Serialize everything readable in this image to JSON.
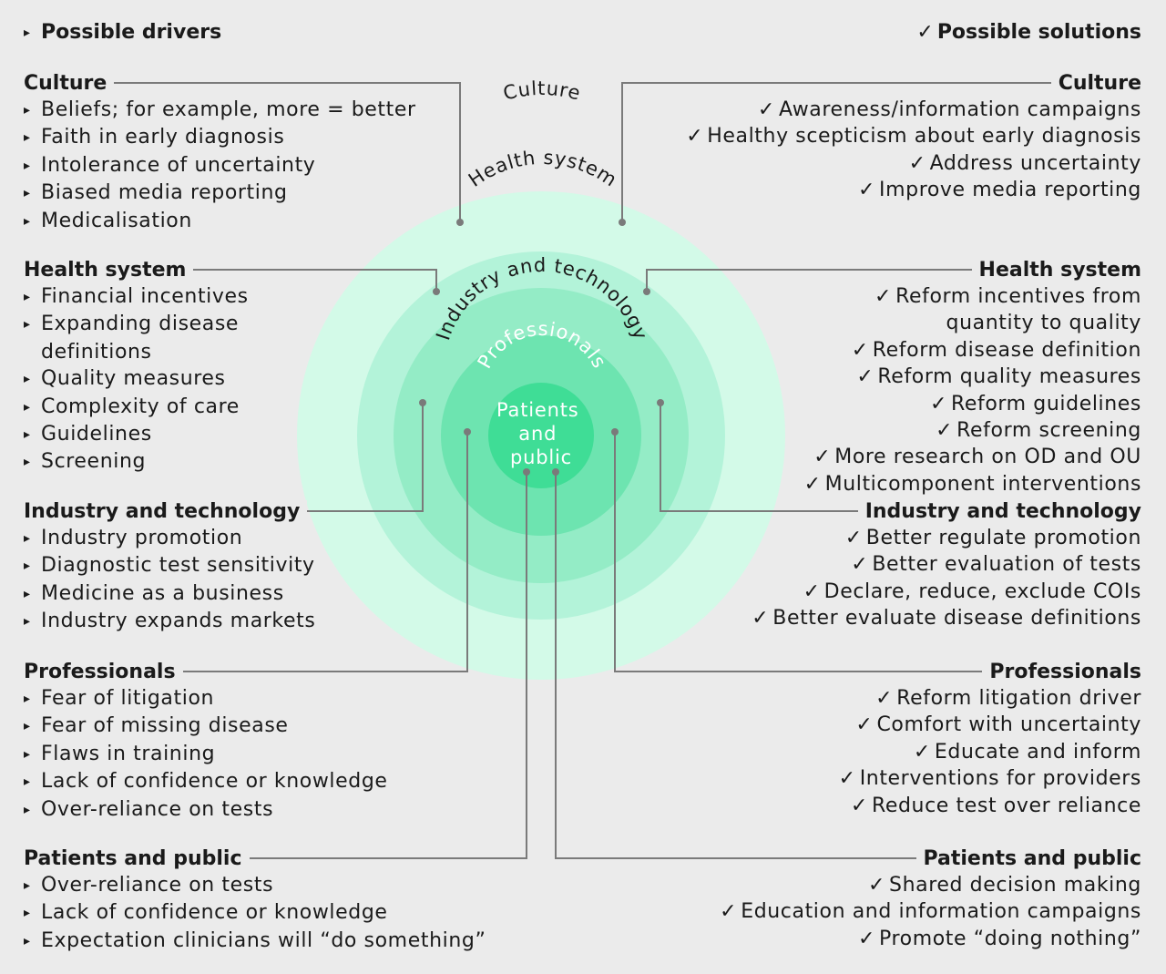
{
  "header": {
    "drivers_marker": "▸",
    "drivers_title": "Possible drivers",
    "solutions_marker": "✓",
    "solutions_title": "Possible solutions"
  },
  "rings": [
    {
      "label": "Culture",
      "color": "#d3fae8"
    },
    {
      "label": "Health system",
      "color": "#b3f3d9"
    },
    {
      "label": "Industry and technology",
      "color": "#94ecc6"
    },
    {
      "label": "Professionals",
      "color": "#6de4b0"
    },
    {
      "label": "Patients and public",
      "label_lines": [
        "Patients",
        "and",
        "public"
      ],
      "color": "#3fdd96"
    }
  ],
  "colors": {
    "background": "#ebebeb",
    "connector": "#7a7a7a"
  },
  "drivers": [
    {
      "title": "Culture",
      "items": [
        {
          "text": "Beliefs; for example, more = better"
        },
        {
          "text": "Faith in early diagnosis"
        },
        {
          "text": "Intolerance of uncertainty"
        },
        {
          "text": "Biased media reporting"
        },
        {
          "text": "Medicalisation"
        }
      ]
    },
    {
      "title": "Health system",
      "items": [
        {
          "text": "Financial incentives"
        },
        {
          "text": "Expanding disease"
        },
        {
          "text": "definitions",
          "continuation": true
        },
        {
          "text": "Quality measures"
        },
        {
          "text": "Complexity of care"
        },
        {
          "text": "Guidelines"
        },
        {
          "text": "Screening"
        }
      ]
    },
    {
      "title": "Industry and technology",
      "items": [
        {
          "text": "Industry promotion"
        },
        {
          "text": "Diagnostic test sensitivity"
        },
        {
          "text": "Medicine as a business"
        },
        {
          "text": "Industry expands markets"
        }
      ]
    },
    {
      "title": "Professionals",
      "items": [
        {
          "text": "Fear of litigation"
        },
        {
          "text": "Fear of missing disease"
        },
        {
          "text": "Flaws in training"
        },
        {
          "text": "Lack of confidence or knowledge"
        },
        {
          "text": "Over-reliance on tests"
        }
      ]
    },
    {
      "title": "Patients and public",
      "items": [
        {
          "text": "Over-reliance on tests"
        },
        {
          "text": "Lack of confidence or knowledge"
        },
        {
          "text": "Expectation clinicians will “do something”"
        }
      ]
    }
  ],
  "solutions": [
    {
      "title": "Culture",
      "items": [
        {
          "text": "Awareness/information campaigns"
        },
        {
          "text": "Healthy scepticism about early diagnosis"
        },
        {
          "text": "Address uncertainty"
        },
        {
          "text": "Improve media reporting"
        }
      ]
    },
    {
      "title": "Health system",
      "items": [
        {
          "text": "Reform incentives from"
        },
        {
          "text": "quantity to quality",
          "continuation": true
        },
        {
          "text": "Reform disease definition"
        },
        {
          "text": "Reform quality measures"
        },
        {
          "text": "Reform guidelines"
        },
        {
          "text": "Reform screening"
        },
        {
          "text": "More research on OD and OU"
        },
        {
          "text": "Multicomponent interventions"
        }
      ]
    },
    {
      "title": "Industry and technology",
      "items": [
        {
          "text": "Better regulate promotion"
        },
        {
          "text": "Better evaluation of tests"
        },
        {
          "text": "Declare, reduce, exclude COIs"
        },
        {
          "text": "Better evaluate disease definitions"
        }
      ]
    },
    {
      "title": "Professionals",
      "items": [
        {
          "text": "Reform litigation driver"
        },
        {
          "text": "Comfort with uncertainty"
        },
        {
          "text": "Educate and inform"
        },
        {
          "text": "Interventions for providers"
        },
        {
          "text": "Reduce test over reliance"
        }
      ]
    },
    {
      "title": "Patients and public",
      "items": [
        {
          "text": "Shared decision making"
        },
        {
          "text": "Education and information campaigns"
        },
        {
          "text": "Promote “doing nothing”"
        }
      ]
    }
  ]
}
